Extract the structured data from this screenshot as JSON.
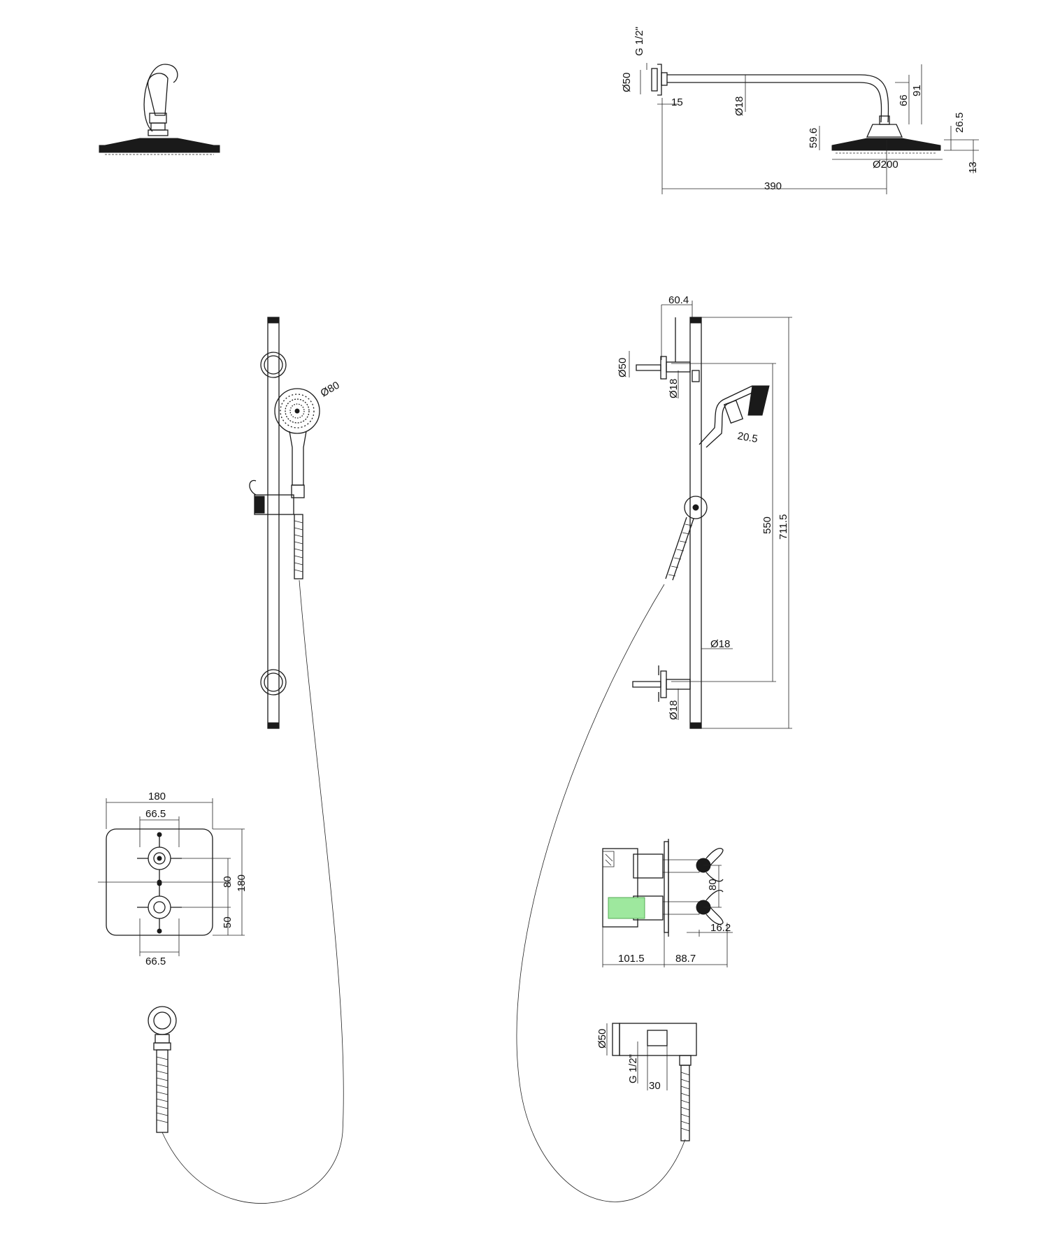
{
  "shower_head": {
    "thread": "G 1/2\"",
    "flange_dia": "Ø50",
    "flange_depth": "15",
    "arm_dia": "Ø18",
    "arm_drop_a": "66",
    "arm_drop_b": "91",
    "head_height": "59.6",
    "head_top": "26.5",
    "head_dia": "Ø200",
    "head_thickness": "13",
    "projection": "390"
  },
  "slide_rail": {
    "top_offset": "60.4",
    "bracket_dia": "Ø50",
    "bracket_tube_top": "Ø18",
    "handset_dia": "Ø80",
    "handle_dia": "20.5",
    "bracket_spacing": "550",
    "overall_length": "711.5",
    "rail_dia": "Ø18",
    "bracket_tube_bottom": "Ø18"
  },
  "valve_front": {
    "plate_width": "180",
    "handle_spacing_top": "66.5",
    "handle_spacing_bottom": "66.5",
    "center_distance": "80",
    "plate_height": "180",
    "lower_offset": "50"
  },
  "valve_side": {
    "handle_distance": "80",
    "nut": "16.2",
    "body_depth": "101.5",
    "handle_projection": "88.7"
  },
  "wall_outlet": {
    "flange_dia": "Ø50",
    "thread": "G 1/2\"",
    "depth": "30"
  }
}
